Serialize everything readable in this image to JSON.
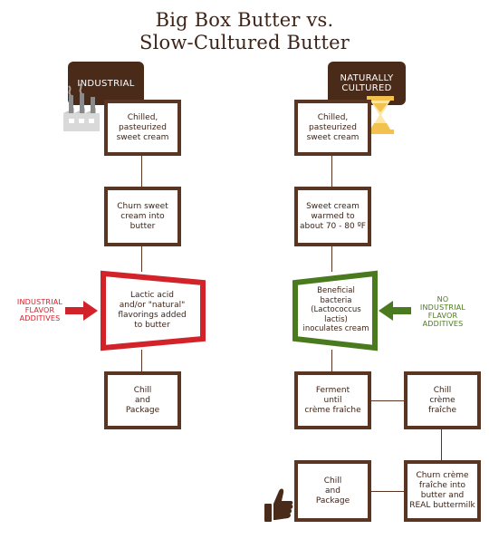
{
  "title": {
    "line1": "Big Box Butter vs.",
    "line2": "Slow-Cultured Butter"
  },
  "industrial": {
    "tag": "INDUSTRIAL",
    "step1": "Chilled,\npasteurized\nsweet cream",
    "step2": "Churn sweet\ncream into\nbutter",
    "step3": "Lactic acid\nand/or \"natural\"\nflavorings added\nto butter",
    "step4": "Chill\nand\nPackage",
    "side_label": "INDUSTRIAL\nFLAVOR\nADDITIVES",
    "accent_color": "#d2232a"
  },
  "cultured": {
    "tag": "NATURALLY\nCULTURED",
    "step1": "Chilled,\npasteurized\nsweet cream",
    "step2": "Sweet cream\nwarmed to\nabout 70 - 80 ºF",
    "step3": "Beneficial\nbacteria\n(Lactococcus\nlactis)\ninoculates cream",
    "step4": "Ferment\nuntil\ncrème fraîche",
    "step5": "Chill\ncrème\nfraîche",
    "step6": "Churn crème\nfraîche into\nbutter and\nREAL buttermilk",
    "step7": "Chill\nand\nPackage",
    "side_label": "NO\nINDUSTRIAL\nFLAVOR\nADDITIVES",
    "accent_color": "#4a7a1e"
  },
  "colors": {
    "brown": "#5a3622",
    "dark_brown": "#4a2b1a",
    "red": "#d2232a",
    "green": "#4a7a1e",
    "hourglass": "#f2c14e"
  },
  "icons": [
    "factory-icon",
    "hourglass-icon",
    "thumbs-up-icon",
    "right-arrow-icon",
    "left-arrow-icon"
  ]
}
